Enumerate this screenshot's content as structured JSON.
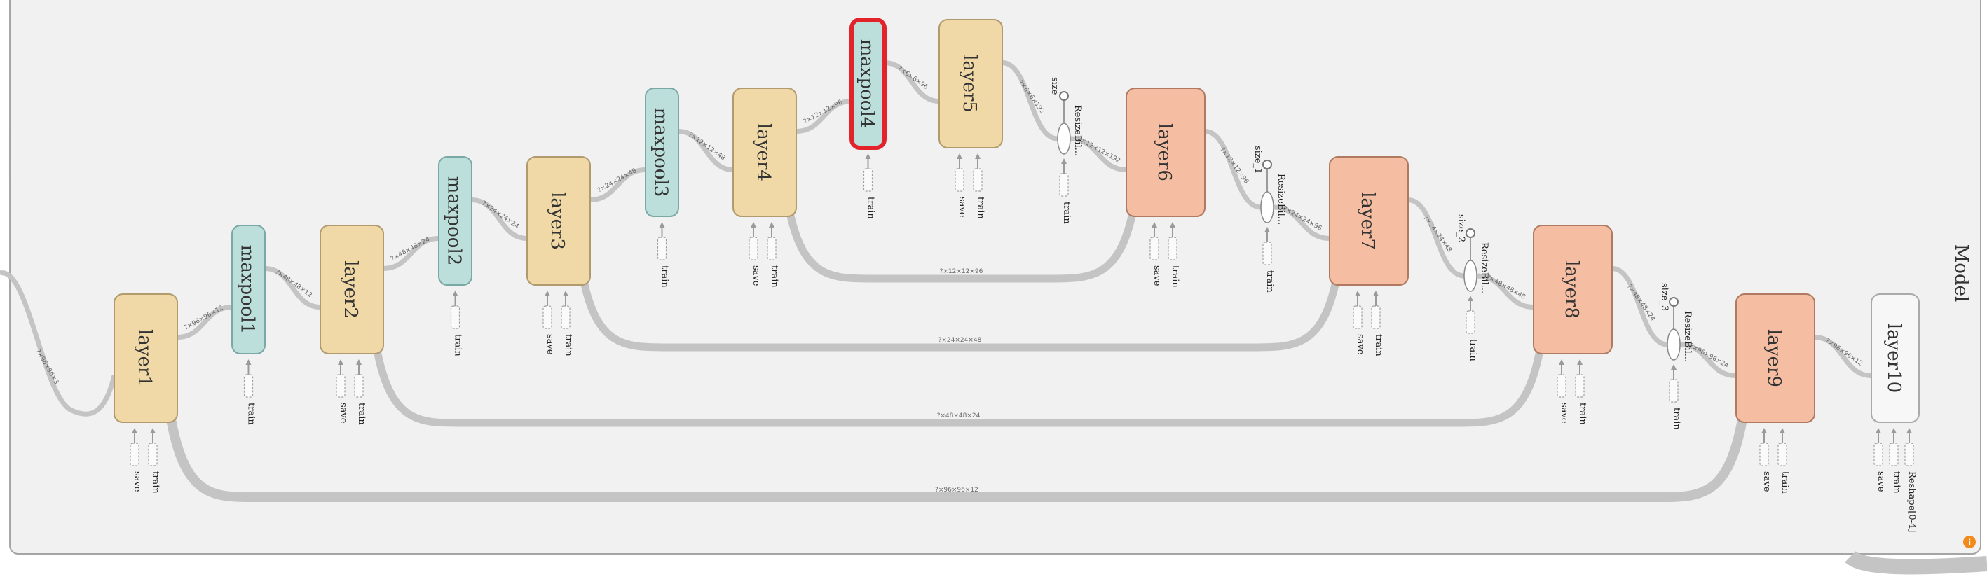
{
  "model_title": "Model",
  "colors": {
    "layer_enc": "#f0d9a7",
    "layer_enc_stroke": "#b09a6e",
    "pool": "#bcdfdc",
    "pool_stroke": "#7aa8a5",
    "layer_dec": "#f5bea2",
    "layer_dec_stroke": "#b07a62",
    "final": "#f7f7f7",
    "final_stroke": "#aaaaaa",
    "selected": "#e2232a",
    "edge": "#c4c4c4",
    "info": "#f28a1b"
  },
  "nodes": [
    {
      "id": "layer1",
      "label": "layer1",
      "kind": "layer_enc"
    },
    {
      "id": "maxpool1",
      "label": "maxpool1",
      "kind": "pool"
    },
    {
      "id": "layer2",
      "label": "layer2",
      "kind": "layer_enc"
    },
    {
      "id": "maxpool2",
      "label": "maxpool2",
      "kind": "pool"
    },
    {
      "id": "layer3",
      "label": "layer3",
      "kind": "layer_enc"
    },
    {
      "id": "maxpool3",
      "label": "maxpool3",
      "kind": "pool"
    },
    {
      "id": "layer4",
      "label": "layer4",
      "kind": "layer_enc"
    },
    {
      "id": "maxpool4",
      "label": "maxpool4",
      "kind": "pool",
      "selected": true
    },
    {
      "id": "layer5",
      "label": "layer5",
      "kind": "layer_enc"
    },
    {
      "id": "layer6",
      "label": "layer6",
      "kind": "layer_dec"
    },
    {
      "id": "layer7",
      "label": "layer7",
      "kind": "layer_dec"
    },
    {
      "id": "layer8",
      "label": "layer8",
      "kind": "layer_dec"
    },
    {
      "id": "layer9",
      "label": "layer9",
      "kind": "layer_dec"
    },
    {
      "id": "layer10",
      "label": "layer10",
      "kind": "final"
    }
  ],
  "resize_ops": [
    {
      "id": "resize1",
      "size_label": "size",
      "op_label": "ResizeBil..."
    },
    {
      "id": "resize2",
      "size_label": "size_1",
      "op_label": "ResizeBil..."
    },
    {
      "id": "resize3",
      "size_label": "size_2",
      "op_label": "ResizeBil..."
    },
    {
      "id": "resize4",
      "size_label": "size_3",
      "op_label": "ResizeBil..."
    }
  ],
  "aux": {
    "train": "train",
    "save": "save",
    "reshape": "Reshape[0-4]"
  },
  "skip_edges": [
    {
      "from": "layer4",
      "to": "layer6",
      "label": "?×12×12×96"
    },
    {
      "from": "layer3",
      "to": "layer7",
      "label": "?×24×24×48"
    },
    {
      "from": "layer2",
      "to": "layer8",
      "label": "?×48×48×24"
    },
    {
      "from": "layer1",
      "to": "layer9",
      "label": "?×96×96×12"
    }
  ],
  "main_edges": [
    {
      "from": "input",
      "to": "layer1",
      "label": "?×96×96×3"
    },
    {
      "from": "layer1",
      "to": "maxpool1",
      "label": "?×96×96×12"
    },
    {
      "from": "maxpool1",
      "to": "layer2",
      "label": "?×48×48×12"
    },
    {
      "from": "layer2",
      "to": "maxpool2",
      "label": "?×48×48×24"
    },
    {
      "from": "maxpool2",
      "to": "layer3",
      "label": "?×24×24×24"
    },
    {
      "from": "layer3",
      "to": "maxpool3",
      "label": "?×24×24×48"
    },
    {
      "from": "maxpool3",
      "to": "layer4",
      "label": "?×12×12×48"
    },
    {
      "from": "layer4",
      "to": "maxpool4",
      "label": "?×12×12×96"
    },
    {
      "from": "maxpool4",
      "to": "layer5",
      "label": "?×6×6×96"
    },
    {
      "from": "layer5",
      "to": "resize1",
      "label": "?×6×6×192"
    },
    {
      "from": "resize1",
      "to": "layer6",
      "label": "?×12×12×192"
    },
    {
      "from": "layer6",
      "to": "resize2",
      "label": "?×12×12×96"
    },
    {
      "from": "resize2",
      "to": "layer7",
      "label": "?×24×24×96"
    },
    {
      "from": "layer7",
      "to": "resize3",
      "label": "?×24×24×48"
    },
    {
      "from": "resize3",
      "to": "layer8",
      "label": "?×48×48×48"
    },
    {
      "from": "layer8",
      "to": "resize4",
      "label": "?×48×48×24"
    },
    {
      "from": "resize4",
      "to": "layer9",
      "label": "?×96×96×24"
    },
    {
      "from": "layer9",
      "to": "layer10",
      "label": "?×96×96×12"
    }
  ]
}
